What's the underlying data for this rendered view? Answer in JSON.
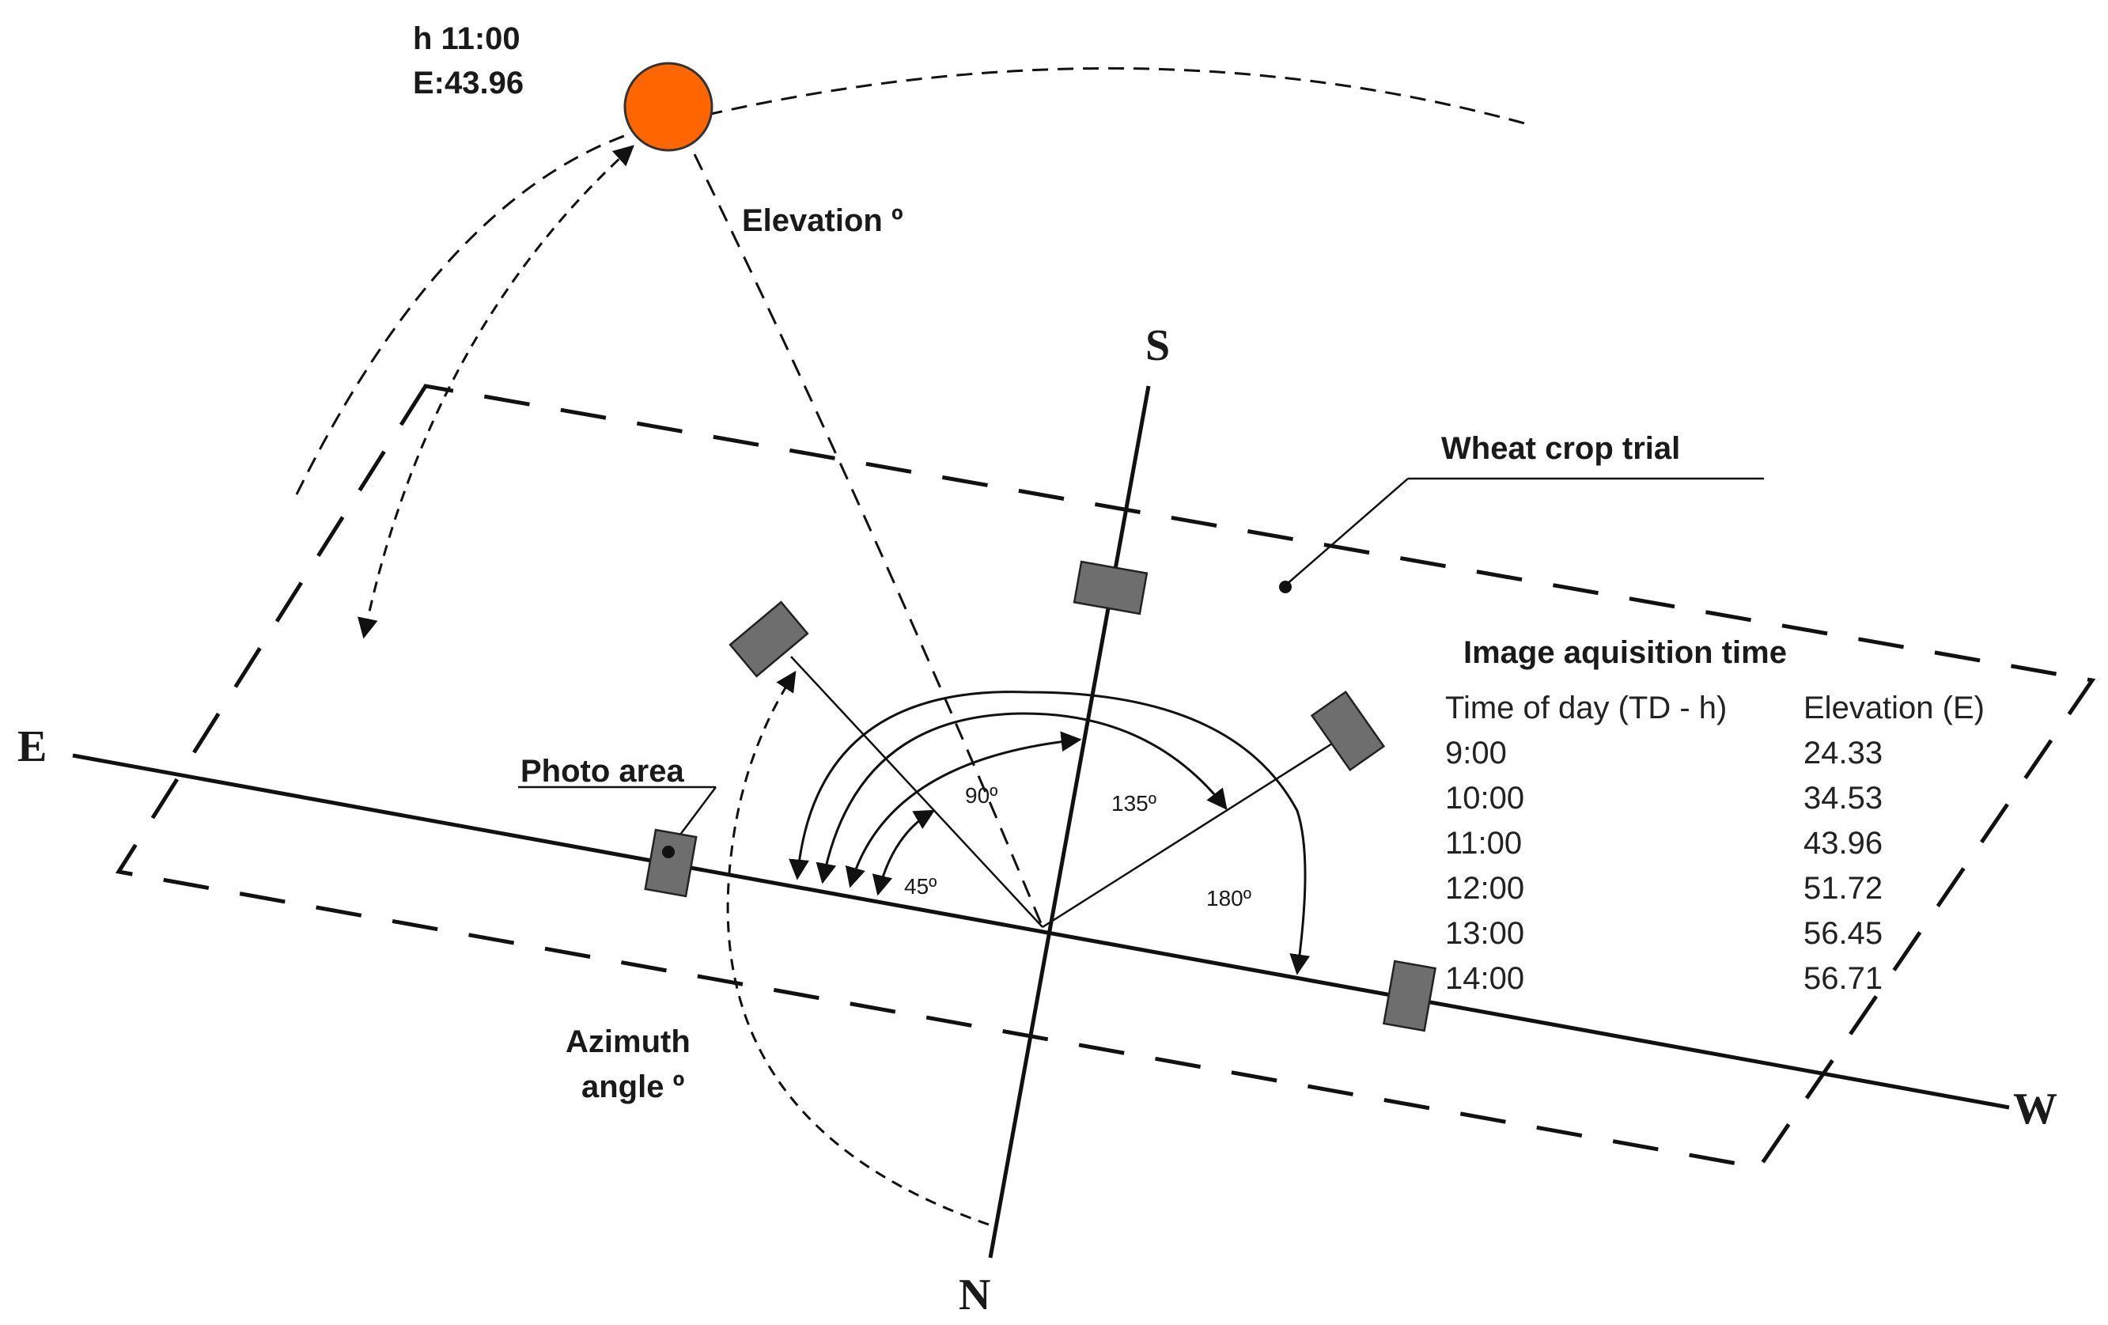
{
  "sun": {
    "time_label": "h 11:00",
    "elevation_label": "E:43.96"
  },
  "labels": {
    "elevation": "Elevation º",
    "wheat_crop_trial": "Wheat crop trial",
    "photo_area": "Photo area",
    "azimuth_line1": "Azimuth",
    "azimuth_line2": "angle º",
    "image_acquisition": "Image aquisition time"
  },
  "cardinals": {
    "north": "N",
    "south": "S",
    "east": "E",
    "west": "W"
  },
  "angles": {
    "a45": "45º",
    "a90": "90º",
    "a135": "135º",
    "a180": "180º"
  },
  "table": {
    "headers": [
      "Time of day (TD - h)",
      "Elevation (E)"
    ],
    "rows": [
      [
        "9:00",
        "24.33"
      ],
      [
        "10:00",
        "34.53"
      ],
      [
        "11:00",
        "43.96"
      ],
      [
        "12:00",
        "51.72"
      ],
      [
        "13:00",
        "56.45"
      ],
      [
        "14:00",
        "56.71"
      ]
    ]
  },
  "colors": {
    "sun": "#ff6600",
    "camera": "#6e6e6e"
  }
}
